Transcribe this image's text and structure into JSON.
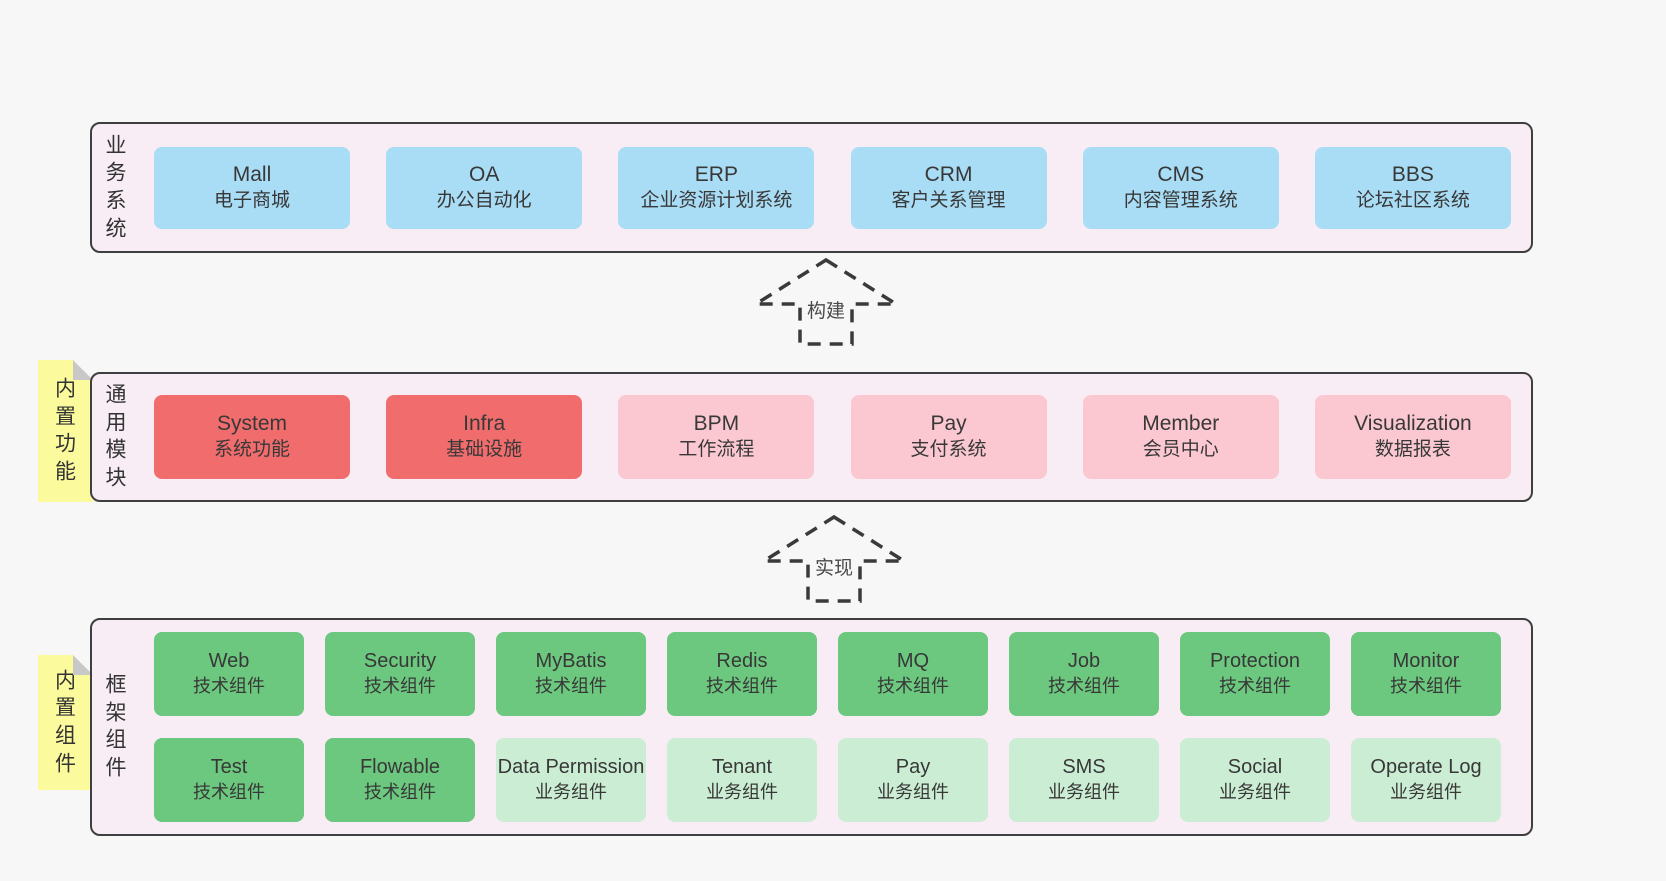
{
  "colors": {
    "page_bg": "#f7f7f7",
    "panel_bg": "#f8edf5",
    "panel_border": "#3f3f3f",
    "blue_box": "#a9dcf5",
    "red_box": "#f16c6c",
    "pink_box": "#fbc8d1",
    "green_dark_box": "#6bc87e",
    "green_light_box": "#cbedd3",
    "sticky_yellow": "#fbfa9d",
    "sticky_fold_gray": "#c8c8c8",
    "text": "#3a3a3a"
  },
  "arrows": [
    {
      "label": "构建"
    },
    {
      "label": "实现"
    }
  ],
  "sections": {
    "business": {
      "label": "业务系统",
      "boxes": [
        {
          "en": "Mall",
          "zh": "电子商城"
        },
        {
          "en": "OA",
          "zh": "办公自动化"
        },
        {
          "en": "ERP",
          "zh": "企业资源计划系统"
        },
        {
          "en": "CRM",
          "zh": "客户关系管理"
        },
        {
          "en": "CMS",
          "zh": "内容管理系统"
        },
        {
          "en": "BBS",
          "zh": "论坛社区系统"
        }
      ]
    },
    "modules": {
      "label": "通用模块",
      "sticky": "内置功能",
      "boxes": [
        {
          "en": "System",
          "zh": "系统功能",
          "variant": "red"
        },
        {
          "en": "Infra",
          "zh": "基础设施",
          "variant": "red"
        },
        {
          "en": "BPM",
          "zh": "工作流程",
          "variant": "pink"
        },
        {
          "en": "Pay",
          "zh": "支付系统",
          "variant": "pink"
        },
        {
          "en": "Member",
          "zh": "会员中心",
          "variant": "pink"
        },
        {
          "en": "Visualization",
          "zh": "数据报表",
          "variant": "pink"
        }
      ]
    },
    "framework": {
      "label": "框架组件",
      "sticky": "内置组件",
      "row1": [
        {
          "en": "Web",
          "zh": "技术组件",
          "variant": "green-dark"
        },
        {
          "en": "Security",
          "zh": "技术组件",
          "variant": "green-dark"
        },
        {
          "en": "MyBatis",
          "zh": "技术组件",
          "variant": "green-dark"
        },
        {
          "en": "Redis",
          "zh": "技术组件",
          "variant": "green-dark"
        },
        {
          "en": "MQ",
          "zh": "技术组件",
          "variant": "green-dark"
        },
        {
          "en": "Job",
          "zh": "技术组件",
          "variant": "green-dark"
        },
        {
          "en": "Protection",
          "zh": "技术组件",
          "variant": "green-dark"
        },
        {
          "en": "Monitor",
          "zh": "技术组件",
          "variant": "green-dark"
        }
      ],
      "row2": [
        {
          "en": "Test",
          "zh": "技术组件",
          "variant": "green-dark"
        },
        {
          "en": "Flowable",
          "zh": "技术组件",
          "variant": "green-dark"
        },
        {
          "en": "Data Permission",
          "zh": "业务组件",
          "variant": "green-light"
        },
        {
          "en": "Tenant",
          "zh": "业务组件",
          "variant": "green-light"
        },
        {
          "en": "Pay",
          "zh": "业务组件",
          "variant": "green-light"
        },
        {
          "en": "SMS",
          "zh": "业务组件",
          "variant": "green-light"
        },
        {
          "en": "Social",
          "zh": "业务组件",
          "variant": "green-light"
        },
        {
          "en": "Operate Log",
          "zh": "业务组件",
          "variant": "green-light"
        }
      ]
    }
  }
}
